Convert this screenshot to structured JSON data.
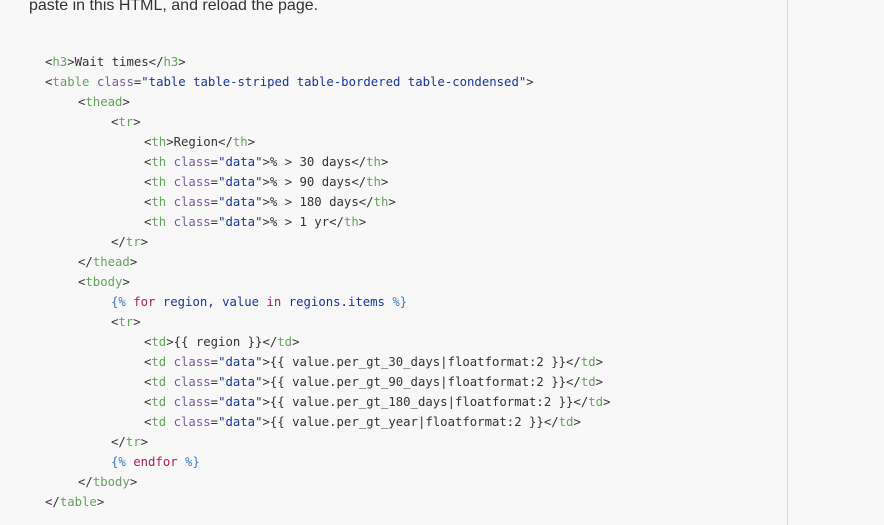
{
  "intro_text": "paste in this HTML, and reload the page.",
  "code_lines": [
    {
      "indent": 0,
      "tokens": [
        [
          "punct",
          "<"
        ],
        [
          "tag",
          "h3"
        ],
        [
          "punct",
          ">"
        ],
        [
          "text",
          "Wait times"
        ],
        [
          "punct",
          "</"
        ],
        [
          "tag",
          "h3"
        ],
        [
          "punct",
          ">"
        ]
      ]
    },
    {
      "indent": 0,
      "tokens": [
        [
          "punct",
          "<"
        ],
        [
          "tag",
          "table"
        ],
        [
          "text",
          " "
        ],
        [
          "attr",
          "class"
        ],
        [
          "punct",
          "="
        ],
        [
          "str",
          "\"table table-striped table-bordered table-condensed\""
        ],
        [
          "punct",
          ">"
        ]
      ]
    },
    {
      "indent": 1,
      "tokens": [
        [
          "punct",
          "<"
        ],
        [
          "tag",
          "thead"
        ],
        [
          "punct",
          ">"
        ]
      ]
    },
    {
      "indent": 2,
      "tokens": [
        [
          "punct",
          "<"
        ],
        [
          "tag",
          "tr"
        ],
        [
          "punct",
          ">"
        ]
      ]
    },
    {
      "indent": 3,
      "tokens": [
        [
          "punct",
          "<"
        ],
        [
          "tag",
          "th"
        ],
        [
          "punct",
          ">"
        ],
        [
          "text",
          "Region"
        ],
        [
          "punct",
          "</"
        ],
        [
          "tag",
          "th"
        ],
        [
          "punct",
          ">"
        ]
      ]
    },
    {
      "indent": 3,
      "tokens": [
        [
          "punct",
          "<"
        ],
        [
          "tag",
          "th"
        ],
        [
          "text",
          " "
        ],
        [
          "attr",
          "class"
        ],
        [
          "punct",
          "="
        ],
        [
          "str",
          "\"data\""
        ],
        [
          "punct",
          ">"
        ],
        [
          "text",
          "% > 30 days"
        ],
        [
          "punct",
          "</"
        ],
        [
          "tag",
          "th"
        ],
        [
          "punct",
          ">"
        ]
      ]
    },
    {
      "indent": 3,
      "tokens": [
        [
          "punct",
          "<"
        ],
        [
          "tag",
          "th"
        ],
        [
          "text",
          " "
        ],
        [
          "attr",
          "class"
        ],
        [
          "punct",
          "="
        ],
        [
          "str",
          "\"data\""
        ],
        [
          "punct",
          ">"
        ],
        [
          "text",
          "% > 90 days"
        ],
        [
          "punct",
          "</"
        ],
        [
          "tag",
          "th"
        ],
        [
          "punct",
          ">"
        ]
      ]
    },
    {
      "indent": 3,
      "tokens": [
        [
          "punct",
          "<"
        ],
        [
          "tag",
          "th"
        ],
        [
          "text",
          " "
        ],
        [
          "attr",
          "class"
        ],
        [
          "punct",
          "="
        ],
        [
          "str",
          "\"data\""
        ],
        [
          "punct",
          ">"
        ],
        [
          "text",
          "% > 180 days"
        ],
        [
          "punct",
          "</"
        ],
        [
          "tag",
          "th"
        ],
        [
          "punct",
          ">"
        ]
      ]
    },
    {
      "indent": 3,
      "tokens": [
        [
          "punct",
          "<"
        ],
        [
          "tag",
          "th"
        ],
        [
          "text",
          " "
        ],
        [
          "attr",
          "class"
        ],
        [
          "punct",
          "="
        ],
        [
          "str",
          "\"data\""
        ],
        [
          "punct",
          ">"
        ],
        [
          "text",
          "% > 1 yr"
        ],
        [
          "punct",
          "</"
        ],
        [
          "tag",
          "th"
        ],
        [
          "punct",
          ">"
        ]
      ]
    },
    {
      "indent": 2,
      "tokens": [
        [
          "punct",
          "</"
        ],
        [
          "tag",
          "tr"
        ],
        [
          "punct",
          ">"
        ]
      ]
    },
    {
      "indent": 1,
      "tokens": [
        [
          "punct",
          "</"
        ],
        [
          "tag",
          "thead"
        ],
        [
          "punct",
          ">"
        ]
      ]
    },
    {
      "indent": 1,
      "tokens": [
        [
          "punct",
          "<"
        ],
        [
          "tag",
          "tbody"
        ],
        [
          "punct",
          ">"
        ]
      ]
    },
    {
      "indent": 2,
      "tokens": [
        [
          "tpl",
          "{%"
        ],
        [
          "text",
          " "
        ],
        [
          "kw",
          "for"
        ],
        [
          "var",
          " region, value "
        ],
        [
          "kw",
          "in"
        ],
        [
          "var",
          " regions.items "
        ],
        [
          "tpl",
          "%}"
        ]
      ]
    },
    {
      "indent": 2,
      "tokens": [
        [
          "punct",
          "<"
        ],
        [
          "tag",
          "tr"
        ],
        [
          "punct",
          ">"
        ]
      ]
    },
    {
      "indent": 3,
      "tokens": [
        [
          "punct",
          "<"
        ],
        [
          "tag",
          "td"
        ],
        [
          "punct",
          ">"
        ],
        [
          "text",
          "{{ region }}"
        ],
        [
          "punct",
          "</"
        ],
        [
          "tag",
          "td"
        ],
        [
          "punct",
          ">"
        ]
      ]
    },
    {
      "indent": 3,
      "tokens": [
        [
          "punct",
          "<"
        ],
        [
          "tag",
          "td"
        ],
        [
          "text",
          " "
        ],
        [
          "attr",
          "class"
        ],
        [
          "punct",
          "="
        ],
        [
          "str",
          "\"data\""
        ],
        [
          "punct",
          ">"
        ],
        [
          "text",
          "{{ value.per_gt_30_days|floatformat:2 }}"
        ],
        [
          "punct",
          "</"
        ],
        [
          "tag",
          "td"
        ],
        [
          "punct",
          ">"
        ]
      ]
    },
    {
      "indent": 3,
      "tokens": [
        [
          "punct",
          "<"
        ],
        [
          "tag",
          "td"
        ],
        [
          "text",
          " "
        ],
        [
          "attr",
          "class"
        ],
        [
          "punct",
          "="
        ],
        [
          "str",
          "\"data\""
        ],
        [
          "punct",
          ">"
        ],
        [
          "text",
          "{{ value.per_gt_90_days|floatformat:2 }}"
        ],
        [
          "punct",
          "</"
        ],
        [
          "tag",
          "td"
        ],
        [
          "punct",
          ">"
        ]
      ]
    },
    {
      "indent": 3,
      "tokens": [
        [
          "punct",
          "<"
        ],
        [
          "tag",
          "td"
        ],
        [
          "text",
          " "
        ],
        [
          "attr",
          "class"
        ],
        [
          "punct",
          "="
        ],
        [
          "str",
          "\"data\""
        ],
        [
          "punct",
          ">"
        ],
        [
          "text",
          "{{ value.per_gt_180_days|floatformat:2 }}"
        ],
        [
          "punct",
          "</"
        ],
        [
          "tag",
          "td"
        ],
        [
          "punct",
          ">"
        ]
      ]
    },
    {
      "indent": 3,
      "tokens": [
        [
          "punct",
          "<"
        ],
        [
          "tag",
          "td"
        ],
        [
          "text",
          " "
        ],
        [
          "attr",
          "class"
        ],
        [
          "punct",
          "="
        ],
        [
          "str",
          "\"data\""
        ],
        [
          "punct",
          ">"
        ],
        [
          "text",
          "{{ value.per_gt_year|floatformat:2 }}"
        ],
        [
          "punct",
          "</"
        ],
        [
          "tag",
          "td"
        ],
        [
          "punct",
          ">"
        ]
      ]
    },
    {
      "indent": 2,
      "tokens": [
        [
          "punct",
          "</"
        ],
        [
          "tag",
          "tr"
        ],
        [
          "punct",
          ">"
        ]
      ]
    },
    {
      "indent": 2,
      "tokens": [
        [
          "tpl",
          "{%"
        ],
        [
          "text",
          " "
        ],
        [
          "kw",
          "endfor"
        ],
        [
          "text",
          " "
        ],
        [
          "tpl",
          "%}"
        ]
      ]
    },
    {
      "indent": 1,
      "tokens": [
        [
          "punct",
          "</"
        ],
        [
          "tag",
          "tbody"
        ],
        [
          "punct",
          ">"
        ]
      ]
    },
    {
      "indent": 0,
      "tokens": [
        [
          "punct",
          "</"
        ],
        [
          "tag",
          "table"
        ],
        [
          "punct",
          ">"
        ]
      ]
    }
  ]
}
